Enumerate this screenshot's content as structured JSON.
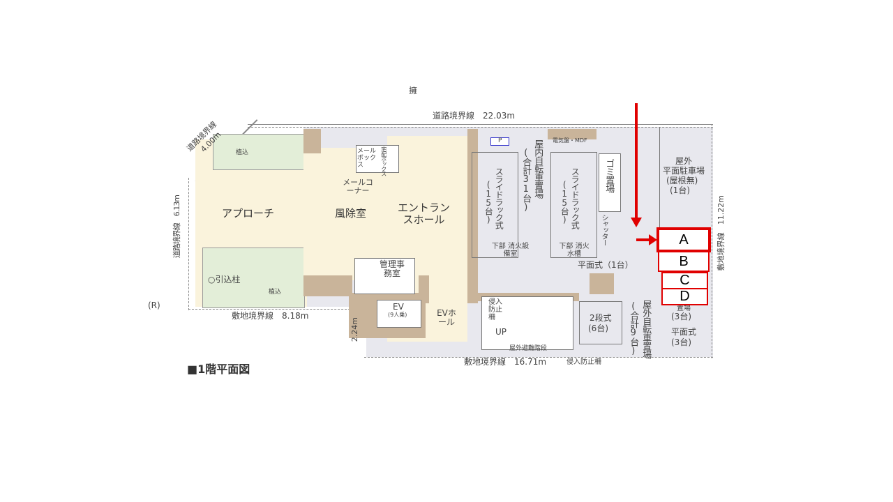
{
  "title": "■1階平面図",
  "dimensions": {
    "road_top": "道路境界線　22.03m",
    "road_diag_label": "道路境界線",
    "road_diag_value": "4.00m",
    "road_left": "道路境界線　6.13m",
    "site_left_bottom": "敷地境界線　8.18m",
    "site_step": "2.24m",
    "site_bottom": "敷地境界線　16.71m",
    "site_right": "敷地境界線　11.22m"
  },
  "rooms": {
    "approach": "アプローチ",
    "planting_top": "植込",
    "planting_bottom": "植込",
    "service_pole": "○引込柱",
    "windbreak": "風除室",
    "mail_box": "メールボックス",
    "delivery_box": "宅配ボックス",
    "mail_corner": "メールコーナー",
    "entrance_hall": "エントランスホール",
    "management_office": "管理事務室",
    "ev": "EV",
    "ev_capacity": "(9人乗)",
    "ev_hall": "EVホール",
    "parking_p": "P",
    "mdf": "電気盤・MDF",
    "indoor_bike": "屋内自転車置場",
    "indoor_bike_total": "(合計31台)",
    "slide_rack_1": "スライドラック式",
    "slide_rack_1_count": "(15台)",
    "slide_rack_2": "スライドラック式",
    "slide_rack_2_count": "(15台)",
    "below_fire_room": "下部 消火設備室",
    "below_fire_tank": "下部 消火水槽",
    "garbage": "ゴミ置場",
    "shutter": "シャッター",
    "flat_1": "平面式（1台）",
    "intrusion_fence_1": "侵入防止柵",
    "up": "UP",
    "outdoor_stairs": "屋外避難階段",
    "intrusion_fence_2": "侵入防止柵",
    "two_tier": "2段式",
    "two_tier_count": "(6台)",
    "outdoor_bike": "屋外自転車置場",
    "outdoor_bike_total": "(合計9台)",
    "outdoor_parking": "屋外",
    "outdoor_parking_2": "平面駐車場",
    "outdoor_parking_3": "(屋根無)",
    "outdoor_parking_count": "(1台)",
    "bike_place": "置場",
    "bike_place_count": "(3台)",
    "flat_3": "平面式",
    "flat_3_count": "(3台)",
    "side_mark": "(R)",
    "top_mark": "擁"
  },
  "markers": [
    "A",
    "B",
    "C",
    "D"
  ],
  "colors": {
    "highlight": "#e00000",
    "wall": "#c9b49a",
    "interior": "#faf3dc",
    "planting": "#e3eed8",
    "outdoor": "#e6e6ec"
  }
}
